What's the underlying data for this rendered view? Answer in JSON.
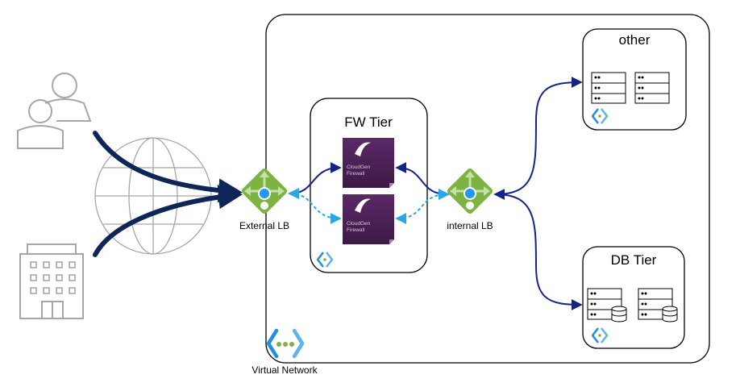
{
  "labels": {
    "virtual_network": "Virtual Network",
    "fw_tier": "FW Tier",
    "other": "other",
    "db_tier": "DB Tier",
    "external_lb": "External LB",
    "internal_lb": "internal LB"
  },
  "firewall": {
    "brand_line1": "CloudGen",
    "brand_line2": "Firewall"
  },
  "colors": {
    "dark_navy": "#0d2557",
    "arrow_blue": "#12248a",
    "dashed_cyan": "#2aa7e6",
    "lb_green": "#7cb342",
    "firewall_purple": "#4b2154",
    "vnet_blue": "#1f8fe0",
    "gray": "#a6a6a6"
  }
}
